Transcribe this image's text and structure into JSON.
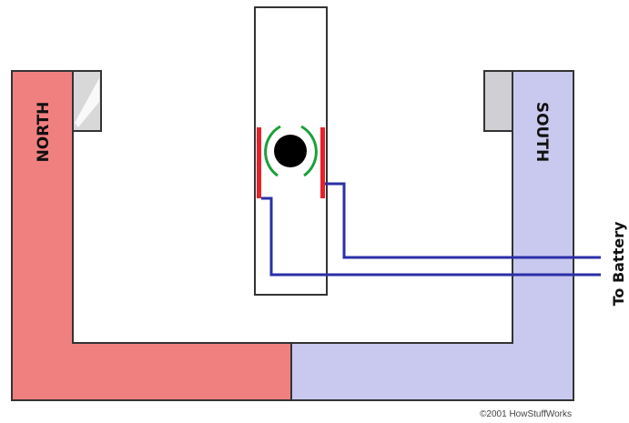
{
  "labels": {
    "north": "NORTH",
    "south": "SOUTH",
    "battery": "To Battery",
    "credit": "©2001 HowStuffWorks"
  },
  "colors": {
    "north_magnet": "#f08080",
    "south_magnet": "#c9c9ef",
    "outline": "#333333",
    "contacts": "#e8202a",
    "wires": "#2b2fa8",
    "field_arcs": "#1aa03a",
    "core": "#000000",
    "pole_cap_north": "#d8d8d8",
    "pole_cap_south": "#d0cfd4"
  },
  "icons": {
    "rotor_core": "filled-circle",
    "field_lines": "curved-arcs"
  }
}
